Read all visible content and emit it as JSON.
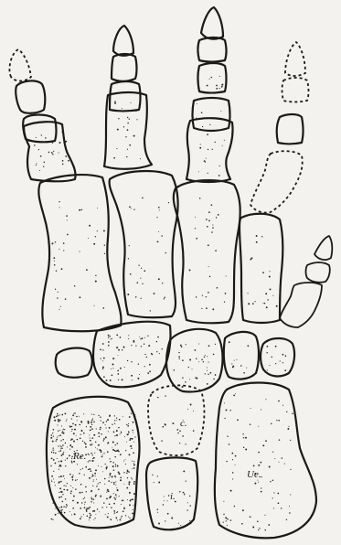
{
  "labels": {
    "radiale": "Re.",
    "centrale": "c.",
    "intermedium": "i.",
    "ulnare": "Ue."
  }
}
